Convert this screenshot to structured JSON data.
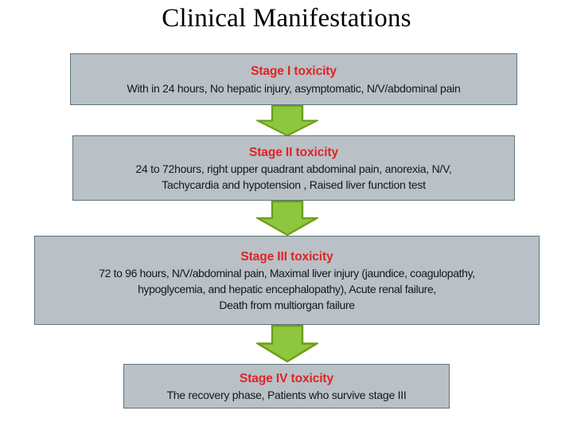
{
  "slide": {
    "title": "Clinical Manifestations"
  },
  "colors": {
    "box_fill": "#b9c1c6",
    "box_border": "#5d7478",
    "heading_red": "#e02226",
    "body_text": "#161616",
    "arrow_fill": "#8dc63f",
    "arrow_stroke": "#6f9c17",
    "background": "#ffffff"
  },
  "stages": [
    {
      "id": "stage-1",
      "heading": "Stage I toxicity",
      "lines": [
        "With in 24 hours, No hepatic injury, asymptomatic, N/V/abdominal pain"
      ]
    },
    {
      "id": "stage-2",
      "heading": "Stage II toxicity",
      "lines": [
        "24 to 72hours, right upper quadrant abdominal pain, anorexia,  N/V,",
        "Tachycardia and hypotension , Raised liver function test"
      ]
    },
    {
      "id": "stage-3",
      "heading": "Stage III toxicity",
      "lines": [
        "72 to 96 hours, N/V/abdominal pain, Maximal liver injury (jaundice, coagulopathy,",
        "hypoglycemia, and hepatic encephalopathy), Acute renal failure,",
        "Death from multiorgan failure"
      ]
    },
    {
      "id": "stage-4",
      "heading": "Stage IV toxicity",
      "lines": [
        "The recovery phase, Patients who survive stage III"
      ]
    }
  ],
  "connectors": [
    {
      "id": "arrow-1",
      "icon": "arrow-down-icon"
    },
    {
      "id": "arrow-2",
      "icon": "arrow-down-icon"
    },
    {
      "id": "arrow-3",
      "icon": "arrow-down-icon"
    }
  ]
}
